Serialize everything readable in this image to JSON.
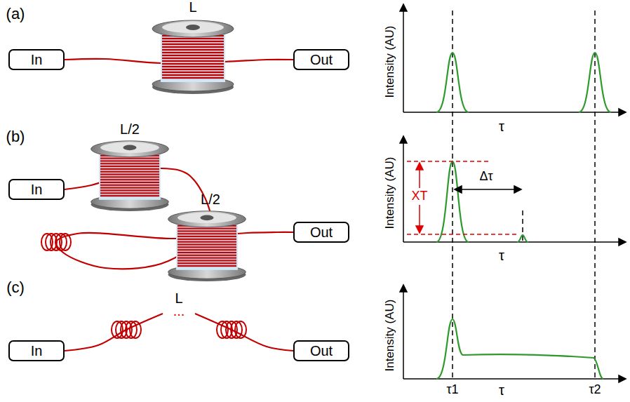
{
  "diagram": {
    "nodes": [
      {
        "text": [
          "In"
        ]
      },
      {
        "text": [
          "Out"
        ]
      },
      {
        "text": [
          "In"
        ]
      },
      {
        "text": [
          "Out"
        ]
      },
      {
        "text": [
          "In"
        ]
      },
      {
        "text": [
          "Out"
        ]
      }
    ],
    "edges": [
      {
        "from": 0,
        "to": 1,
        "arrow": "none"
      },
      {
        "from": 2,
        "to": 3,
        "arrow": "none"
      },
      {
        "from": 4,
        "to": 5,
        "arrow": "none"
      }
    ],
    "labels": [
      "(a)",
      "L",
      "Intensity (AU)",
      "τ",
      "(b)",
      "L/2",
      "L/2",
      "Intensity (AU)",
      "XT",
      "Δτ",
      "τ",
      "(c)",
      "L",
      "...",
      "Intensity (AU)",
      "τ1",
      "τ",
      "τ2"
    ]
  }
}
